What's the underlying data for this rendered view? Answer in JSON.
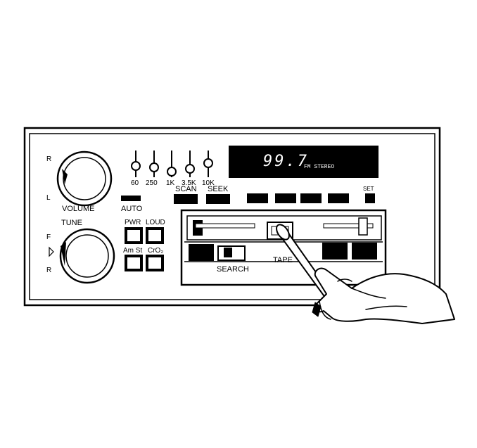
{
  "display": {
    "frequency": "99.7",
    "mode": "FM STEREO"
  },
  "volume_knob": {
    "label": "VOLUME",
    "marks": [
      "R",
      "L"
    ]
  },
  "tune_knob": {
    "label": "TUNE",
    "marks": [
      "F",
      "R"
    ]
  },
  "equalizer": {
    "bands": [
      "60",
      "250",
      "1K",
      "3.5K",
      "10K"
    ]
  },
  "buttons": {
    "scan": "SCAN",
    "seek": "SEEK",
    "set": "SET",
    "auto": "AUTO",
    "pwr": "PWR",
    "loud": "LOUD",
    "am_st": "Am St",
    "cro2": "CrO₂"
  },
  "cassette": {
    "search": "SEARCH",
    "tape": "TAPE"
  }
}
